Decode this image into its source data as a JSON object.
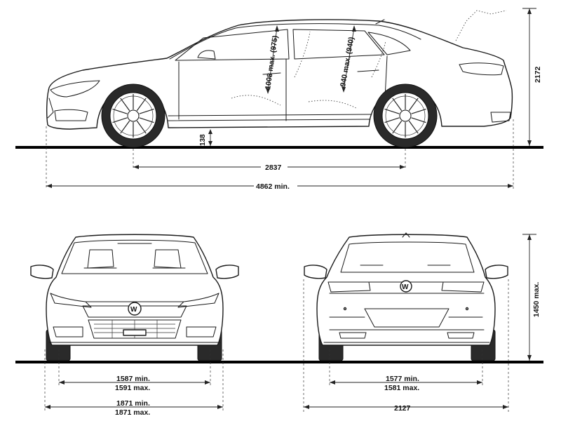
{
  "dimensions": {
    "wheelbase": "2837",
    "overall_length": "4862 min.",
    "ground_clearance": "138",
    "overall_height": "2172",
    "headroom_front": "1008 max. (975)",
    "headroom_rear": "940 max. (940)",
    "vehicle_height": "1450 max.",
    "front_track_min": "1587 min.",
    "front_track_max": "1591 max.",
    "front_width_min": "1871 min.",
    "front_width_max": "1871 max.",
    "rear_track_min": "1577 min.",
    "rear_track_max": "1581 max.",
    "rear_width": "2127"
  }
}
